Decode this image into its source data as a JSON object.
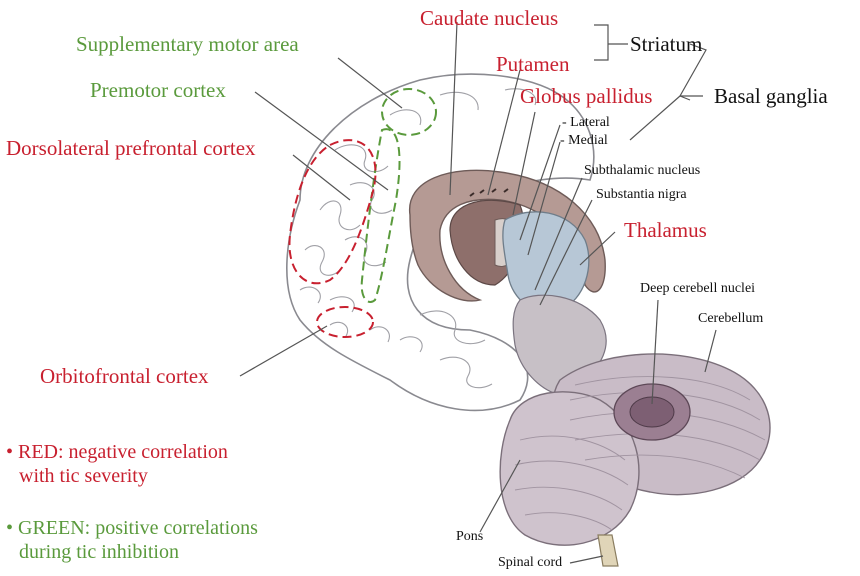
{
  "labels": {
    "caudate": "Caudate nucleus",
    "striatum": "Striatum",
    "sma": "Supplementary motor area",
    "putamen": "Putamen",
    "premotor": "Premotor cortex",
    "globus": "Globus pallidus",
    "basal": "Basal ganglia",
    "lateral": "- Lateral",
    "medial": "- Medial",
    "dlpfc": "Dorsolateral prefrontal cortex",
    "subthalamic": "Subthalamic nucleus",
    "nigra": "Substantia nigra",
    "thalamus": "Thalamus",
    "deep_cb": "Deep cerebell nuclei",
    "cerebellum": "Cerebellum",
    "orbito": "Orbitofrontal cortex",
    "pons": "Pons",
    "spinal": "Spinal cord"
  },
  "legend": {
    "red_line1": "• RED: negative correlation",
    "red_line2": "with tic severity",
    "green_line1": "• GREEN: positive correlations",
    "green_line2": "during tic inhibition"
  },
  "colors": {
    "red": "#c8202f",
    "green": "#5a9a3c",
    "text": "#111111",
    "brain_fill": "#ffffff",
    "brain_outline": "#8a8a90",
    "cerebellum_fill": "#c9bcc7",
    "basal_fill": "#b59a94",
    "thalamus_fill": "#b7c7d6"
  }
}
